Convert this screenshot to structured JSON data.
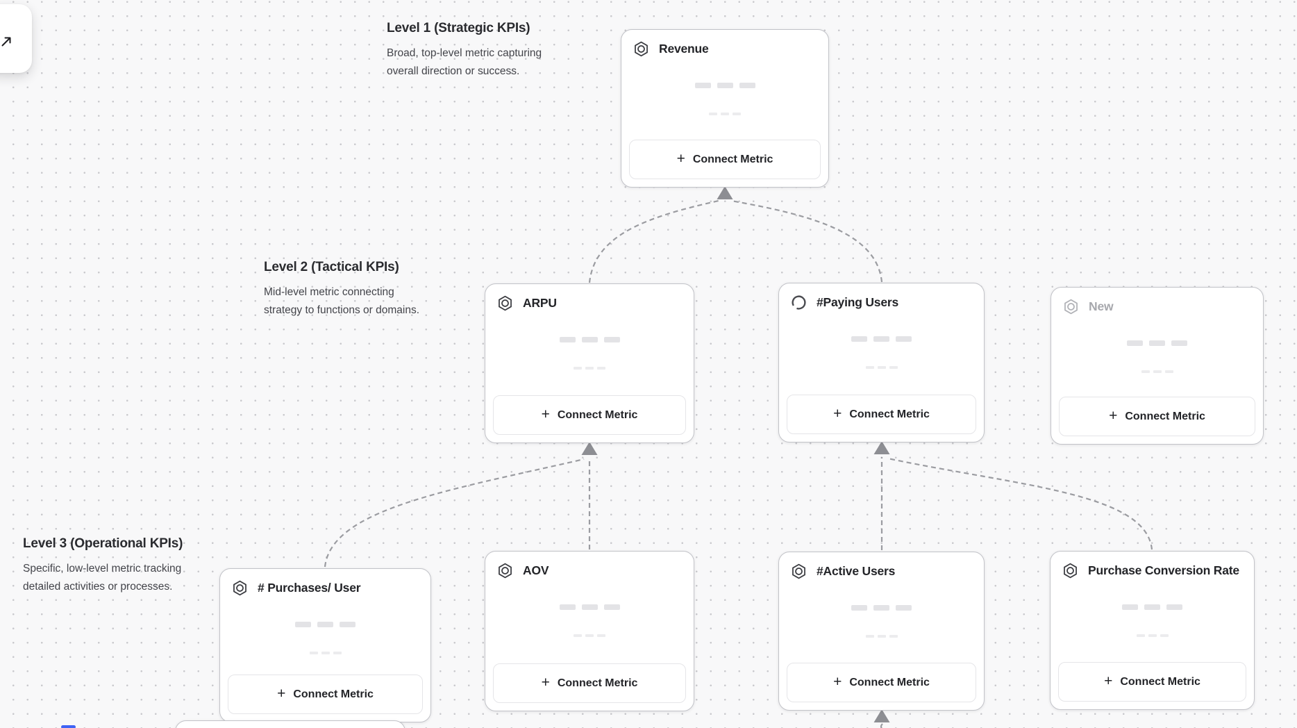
{
  "levels": [
    {
      "title": "Level 1 (Strategic KPIs)",
      "lines": [
        "Broad, top-level metric capturing",
        "overall direction or success."
      ]
    },
    {
      "title": "Level 2 (Tactical KPIs)",
      "lines": [
        "Mid-level metric connecting",
        "strategy to functions or domains."
      ]
    },
    {
      "title": "Level 3 (Operational KPIs)",
      "lines": [
        "Specific, low-level metric tracking",
        "detailed activities or processes."
      ]
    }
  ],
  "cards": [
    {
      "title": "Revenue",
      "icon": "hexagon-badge-icon",
      "state": "default",
      "button_label": "Connect Metric"
    },
    {
      "title": "ARPU",
      "icon": "hexagon-badge-icon",
      "state": "default",
      "button_label": "Connect Metric"
    },
    {
      "title": "#Paying Users",
      "icon": "spinner-icon",
      "state": "loading",
      "button_label": "Connect Metric"
    },
    {
      "title": "New",
      "icon": "hexagon-badge-icon",
      "state": "draft",
      "button_label": "Connect Metric"
    },
    {
      "title": "# Purchases/ User",
      "icon": "hexagon-badge-icon",
      "state": "default",
      "button_label": "Connect Metric"
    },
    {
      "title": "AOV",
      "icon": "hexagon-badge-icon",
      "state": "default",
      "button_label": "Connect Metric"
    },
    {
      "title": "#Active Users",
      "icon": "hexagon-badge-icon",
      "state": "default",
      "button_label": "Connect Metric"
    },
    {
      "title": "Purchase Conversion Rate",
      "icon": "hexagon-badge-icon",
      "state": "default",
      "button_label": "Connect Metric"
    }
  ],
  "ui": {
    "plus_glyph": "+"
  },
  "colors": {
    "accent_blue": "#3f63f5",
    "card_border": "#c2c3c8",
    "connector_gray": "#9b9ca1",
    "arrowhead_gray": "#8d8e93",
    "canvas_dot": "#c9c9cd",
    "skeleton_gray": "#e3e3e6"
  }
}
